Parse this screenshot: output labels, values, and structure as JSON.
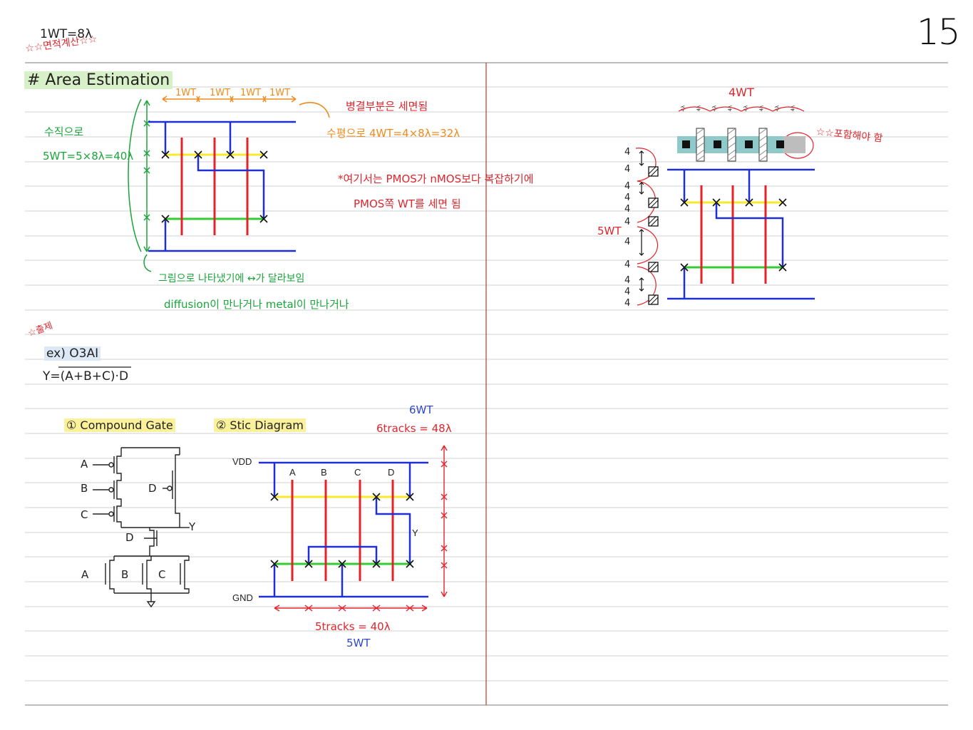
{
  "page_number": "15",
  "header": {
    "definition": "1WT=8λ",
    "area_calc_note": "☆☆면적계산☆☆",
    "title": "# Area Estimation"
  },
  "area_section": {
    "top_labels": [
      "1WT",
      "1WT",
      "1WT",
      "1WT"
    ],
    "vertical_note_1": "수직으로",
    "vertical_note_2": "5WT=5×8λ=40λ",
    "overlap_note": "병결부분은 세면됨",
    "horizontal_note": "수평으로 4WT=4×8λ=32λ",
    "pmos_note_1": "*여기서는 PMOS가 nMOS보다 복잡하기에",
    "pmos_note_2": "PMOS쪽 WT를 세면 됨",
    "drawing_note_1": "그림으로 나타냈기에 ↔가 달라보임",
    "drawing_note_2": "diffusion이 만나거나 metal이 만나거나"
  },
  "right_diagram": {
    "top_label": "4WT",
    "lambda_labels": [
      "4λ",
      "4λ",
      "4λ",
      "4λ",
      "4λ",
      "4λ",
      "4λ",
      "4λ"
    ],
    "include_note": "☆☆포함해야 함",
    "side_label": "5WT",
    "left_fours": [
      "4",
      "4",
      "4",
      "4",
      "4",
      "4",
      "4",
      "4",
      "4",
      "4",
      "4"
    ]
  },
  "example": {
    "exam_note": "☆출제",
    "title": "ex) O3AI",
    "equation": "Y=(A+B+C)·D"
  },
  "compound_gate": {
    "heading": "① Compound Gate",
    "inputs": [
      "A",
      "B",
      "C",
      "D"
    ],
    "output": "Y",
    "bottom_labels": [
      "A",
      "B",
      "C",
      "D"
    ]
  },
  "stick_diagram": {
    "heading": "② Stic Diagram",
    "vdd": "VDD",
    "gnd": "GND",
    "inputs": [
      "A",
      "B",
      "C",
      "D"
    ],
    "output": "Y",
    "height_wt": "6WT",
    "height_tracks": "6tracks = 48λ",
    "width_tracks": "5tracks = 40λ",
    "width_wt": "5WT"
  },
  "colors": {
    "metal": "#1f2fd6",
    "poly": "#e5222a",
    "pdiff": "#f6ea2a",
    "ndiff": "#33cc33",
    "annotation_green": "#1aa53a",
    "annotation_orange": "#f08a1c",
    "annotation_red": "#e0252b",
    "page_rule": "#cfcfcf",
    "margin_line": "#c0392b"
  }
}
